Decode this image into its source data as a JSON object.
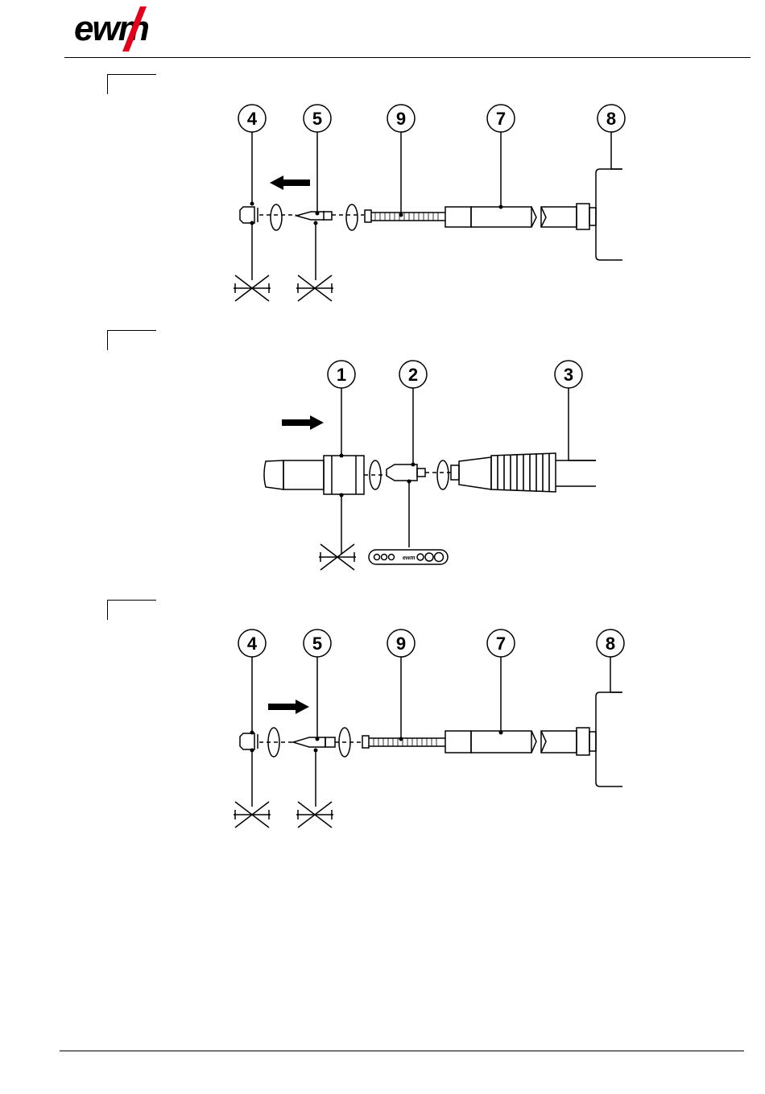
{
  "header": {
    "logo_text": "ewm"
  },
  "figures": [
    {
      "step": "",
      "callouts": [
        "4",
        "5",
        "9",
        "7",
        "8"
      ],
      "direction": "left"
    },
    {
      "step": "",
      "callouts": [
        "1",
        "2",
        "3"
      ],
      "direction": "right"
    },
    {
      "step": "",
      "callouts": [
        "4",
        "5",
        "9",
        "7",
        "8"
      ],
      "direction": "right"
    }
  ],
  "colors": {
    "ink": "#000000",
    "logo_accent": "#e2001a",
    "paper": "#ffffff"
  },
  "icons": [
    "no-wrench-icon",
    "rotate-arrows-icon",
    "direction-arrow-icon",
    "wrench-gauge-tool-icon"
  ]
}
